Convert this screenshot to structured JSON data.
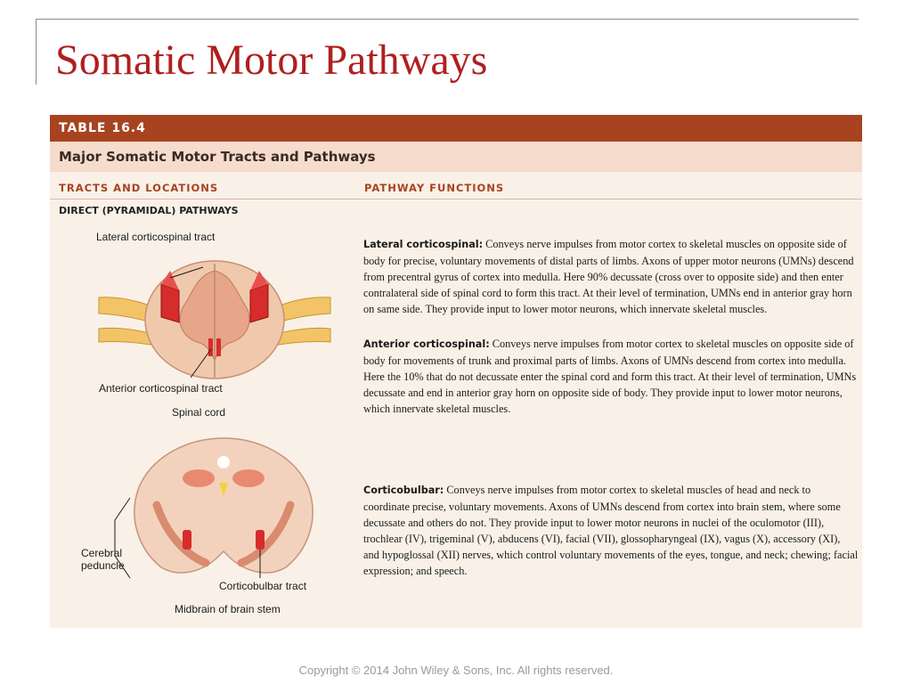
{
  "slide": {
    "title": "Somatic Motor Pathways",
    "footer": "Copyright © 2014 John Wiley & Sons, Inc. All rights reserved."
  },
  "table": {
    "number": "TABLE 16.4",
    "title": "Major Somatic Motor Tracts and Pathways",
    "col_left": "TRACTS AND LOCATIONS",
    "col_right": "PATHWAY FUNCTIONS",
    "section": "DIRECT (PYRAMIDAL) PATHWAYS",
    "colors": {
      "header_bar": "#a84320",
      "title_bar": "#f5dccd",
      "panel": "#f9f1e8",
      "title_text": "#b01f1f"
    }
  },
  "figures": {
    "spinal": {
      "label_lateral": "Lateral corticospinal tract",
      "label_anterior": "Anterior corticospinal tract",
      "label_caption": "Spinal cord"
    },
    "midbrain": {
      "label_peduncle": "Cerebral peduncle",
      "label_tract": "Corticobulbar tract",
      "label_caption": "Midbrain of brain stem"
    }
  },
  "descriptions": {
    "lateral": {
      "term": "Lateral corticospinal:",
      "text": " Conveys nerve impulses from motor cortex to skeletal muscles on opposite side of body for precise, voluntary movements of distal parts of limbs. Axons of upper motor neurons (UMNs) descend from precentral gyrus of cortex into medulla. Here 90% decussate (cross over to opposite side) and then enter contralateral side of spinal cord to form this tract. At their level of termination, UMNs end in anterior gray horn on same side. They provide input to lower motor neurons, which innervate skeletal muscles."
    },
    "anterior": {
      "term": "Anterior corticospinal:",
      "text": " Conveys nerve impulses from motor cortex to skeletal muscles on opposite side of body for movements of trunk and proximal parts of limbs. Axons of UMNs descend from cortex into medulla. Here the 10% that do not decussate enter the spinal cord and form this tract. At their level of termination, UMNs decussate and end in anterior gray horn on opposite side of body. They provide input to lower motor neurons, which innervate skeletal muscles."
    },
    "corticobulbar": {
      "term": "Corticobulbar:",
      "text": " Conveys nerve impulses from motor cortex to skeletal muscles of head and neck to coordinate precise, voluntary movements. Axons of UMNs descend from cortex into brain stem, where some decussate and others do not. They provide input to lower motor neurons in nuclei of the oculomotor (III), trochlear (IV), trigeminal (V), abducens (VI), facial (VII), glossopharyngeal (IX), vagus (X), accessory (XI), and hypoglossal (XII) nerves, which control voluntary movements of the eyes, tongue, and neck; chewing; facial expression; and speech."
    }
  }
}
